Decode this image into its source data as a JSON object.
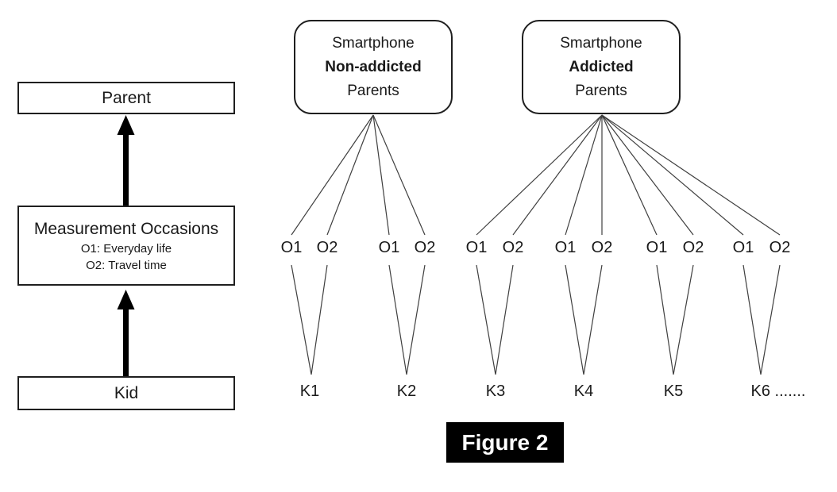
{
  "caption": "Figure 2",
  "left_panel": {
    "parent_box_label": "Parent",
    "measurement_box": {
      "title": "Measurement Occasions",
      "occasion1_desc": "O1: Everyday life",
      "occasion2_desc": "O2: Travel time"
    },
    "kid_box_label": "Kid"
  },
  "right_panel": {
    "groups": [
      {
        "line1": "Smartphone",
        "line2_bold": "Non-addicted",
        "line3": "Parents"
      },
      {
        "line1": "Smartphone",
        "line2_bold": "Addicted",
        "line3": "Parents"
      }
    ],
    "kids": [
      {
        "label": "K1",
        "occasions": [
          "O1",
          "O2"
        ]
      },
      {
        "label": "K2",
        "occasions": [
          "O1",
          "O2"
        ]
      },
      {
        "label": "K3",
        "occasions": [
          "O1",
          "O2"
        ]
      },
      {
        "label": "K4",
        "occasions": [
          "O1",
          "O2"
        ]
      },
      {
        "label": "K5",
        "occasions": [
          "O1",
          "O2"
        ]
      },
      {
        "label": "K6 .......",
        "occasions": [
          "O1",
          "O2"
        ]
      }
    ]
  }
}
